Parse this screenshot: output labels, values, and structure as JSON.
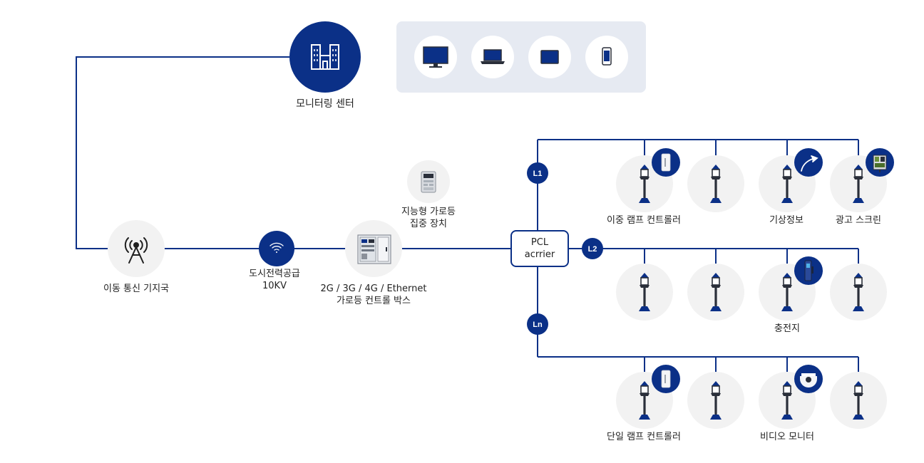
{
  "monitoring_center": {
    "label": "모니터링 센터",
    "devices": [
      "desktop-monitor-icon",
      "laptop-icon",
      "tablet-icon",
      "smartphone-icon"
    ]
  },
  "base_station": {
    "label": "이동 통신 기지국"
  },
  "power_supply": {
    "label_line1": "도시전력공급",
    "label_line2": "10KV"
  },
  "control_box": {
    "label_line1": "2G / 3G / 4G / Ethernet",
    "label_line2": "가로등 컨트롤 박스"
  },
  "concentrator": {
    "label_line1": "지능형 가로등",
    "label_line2": "집중 장치"
  },
  "pcl": {
    "line1": "PCL",
    "line2": "acrrier"
  },
  "lines": {
    "l1": "L1",
    "l2": "L2",
    "ln": "Ln"
  },
  "row1": {
    "dual_lamp_controller": "이중 램프 컨트롤러",
    "weather_info": "기상정보",
    "ad_screen": "광고 스크린"
  },
  "row2": {
    "charger": "충전지"
  },
  "row3": {
    "single_lamp_controller": "단일 램프 컨트롤러",
    "video_monitor": "비디오 모니터"
  },
  "colors": {
    "primary": "#0b3087",
    "circle_bg": "#f2f2f2",
    "panel_bg": "#e6eaf2",
    "lamp": "#2a2f3a"
  }
}
